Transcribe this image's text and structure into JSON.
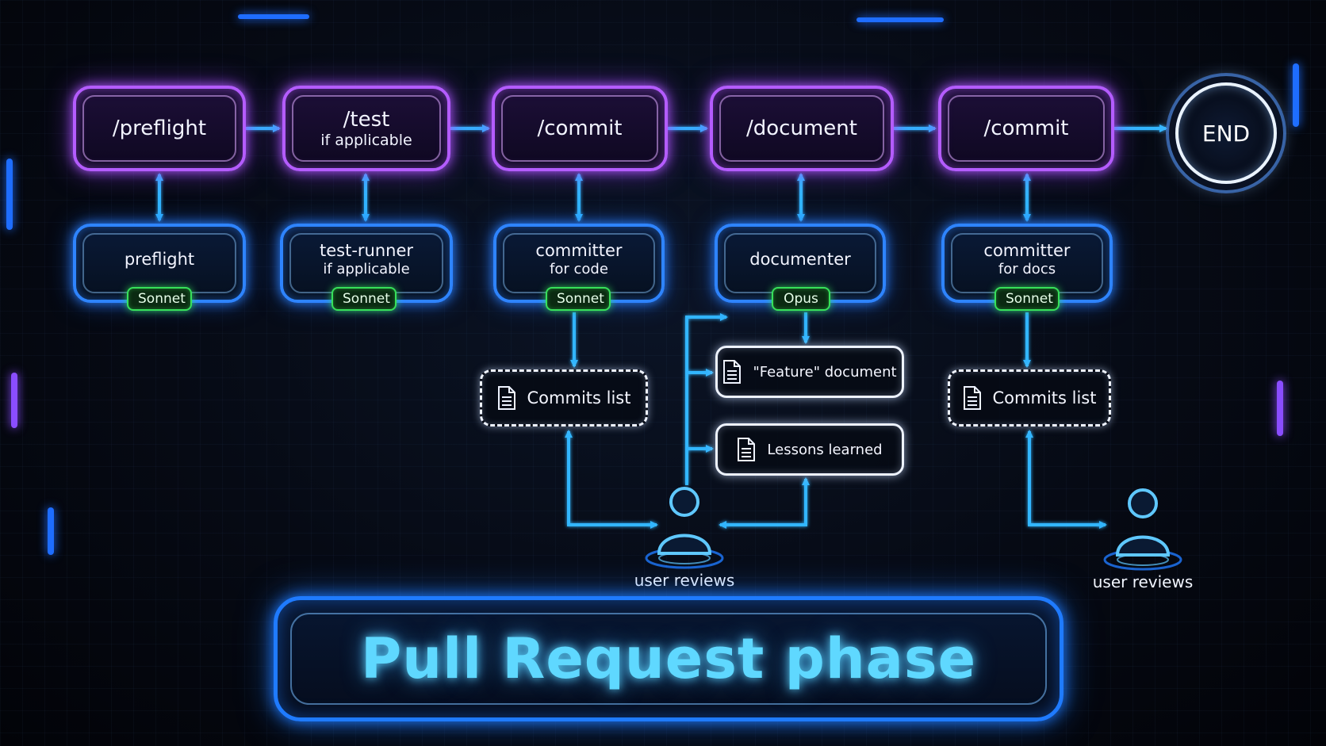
{
  "colors": {
    "arrow": "#33b6ff",
    "command_border": "#b45cff",
    "agent_border": "#2e84ff",
    "model_badge": "#37e05a",
    "document_border": "#eef3ff",
    "user_icon": "#5fc8ff",
    "title_text": "#5fd8ff",
    "title_border": "#1f7bff"
  },
  "commands": [
    {
      "id": "cmd1",
      "title": "/preflight",
      "sub": ""
    },
    {
      "id": "cmd2",
      "title": "/test",
      "sub": "if applicable"
    },
    {
      "id": "cmd3",
      "title": "/commit",
      "sub": ""
    },
    {
      "id": "cmd4",
      "title": "/document",
      "sub": ""
    },
    {
      "id": "cmd5",
      "title": "/commit",
      "sub": ""
    }
  ],
  "end": {
    "label": "END"
  },
  "agents": [
    {
      "id": "agent1",
      "title": "preflight",
      "sub": "",
      "model": "Sonnet"
    },
    {
      "id": "agent2",
      "title": "test-runner",
      "sub": "if applicable",
      "model": "Sonnet"
    },
    {
      "id": "agent3",
      "title": "committer",
      "sub": "for code",
      "model": "Sonnet"
    },
    {
      "id": "agent4",
      "title": "documenter",
      "sub": "",
      "model": "Opus"
    },
    {
      "id": "agent5",
      "title": "committer",
      "sub": "for docs",
      "model": "Sonnet"
    }
  ],
  "documents": [
    {
      "id": "doc1",
      "label": "Commits list",
      "style": "dashed"
    },
    {
      "id": "doc2",
      "label": "\"Feature\" document",
      "style": "solid"
    },
    {
      "id": "doc3",
      "label": "Lessons learned",
      "style": "solid"
    },
    {
      "id": "doc4",
      "label": "Commits list",
      "style": "dashed"
    }
  ],
  "users": [
    {
      "id": "user1",
      "label": "user reviews"
    },
    {
      "id": "user2",
      "label": "user reviews"
    }
  ],
  "title": "Pull Request phase"
}
